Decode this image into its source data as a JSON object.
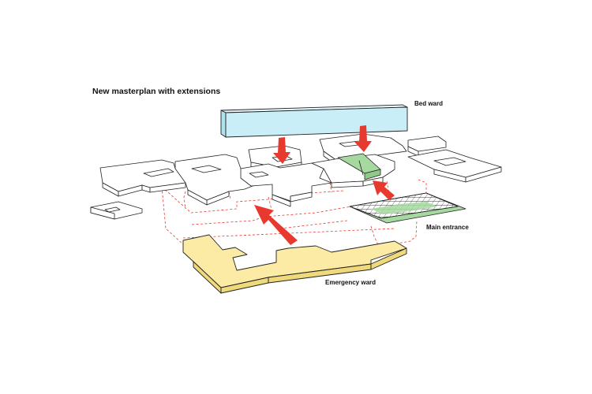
{
  "title": "New masterplan with extensions",
  "labels": {
    "bed_ward": "Bed ward",
    "main_entrance": "Main entrance",
    "emergency_ward": "Emergency ward"
  },
  "colors": {
    "bed_ward": "#c9eef7",
    "emergency_ward": "#fbeba5",
    "main_entrance": "#a6d9a0",
    "arrow": "#e8392e",
    "dashed_line": "#e8392e",
    "outline": "#222222"
  }
}
